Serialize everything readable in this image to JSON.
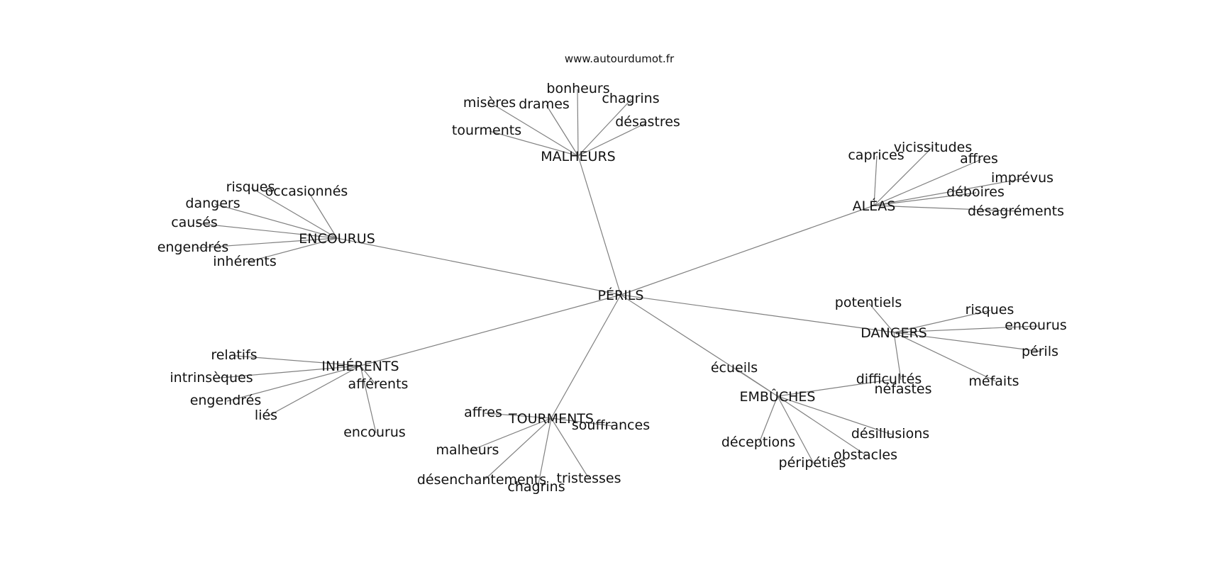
{
  "header": {
    "site": "www.autourdumot.fr"
  },
  "graph": {
    "center": "PÉRILS",
    "groups": [
      {
        "hub": "MALHEURS",
        "words": [
          "bonheurs",
          "misères",
          "drames",
          "chagrins",
          "désastres",
          "tourments"
        ]
      },
      {
        "hub": "ALÉAS",
        "words": [
          "caprices",
          "vicissitudes",
          "affres",
          "imprévus",
          "déboires",
          "désagréments"
        ]
      },
      {
        "hub": "ENCOURUS",
        "words": [
          "risques",
          "occasionnés",
          "dangers",
          "causés",
          "engendrés",
          "inhérents"
        ]
      },
      {
        "hub": "DANGERS",
        "words": [
          "potentiels",
          "risques",
          "encourus",
          "périls",
          "méfaits",
          "néfastes"
        ]
      },
      {
        "hub": "INHÉRENTS",
        "words": [
          "relatifs",
          "intrinsèques",
          "afférents",
          "engendrés",
          "liés",
          "encourus"
        ]
      },
      {
        "hub": "TOURMENTS",
        "words": [
          "affres",
          "souffrances",
          "malheurs",
          "désenchantements",
          "chagrins",
          "tristesses"
        ]
      },
      {
        "hub": "EMBÛCHES",
        "words": [
          "écueils",
          "difficultés",
          "désillusions",
          "obstacles",
          "péripéties",
          "déceptions"
        ]
      }
    ]
  }
}
